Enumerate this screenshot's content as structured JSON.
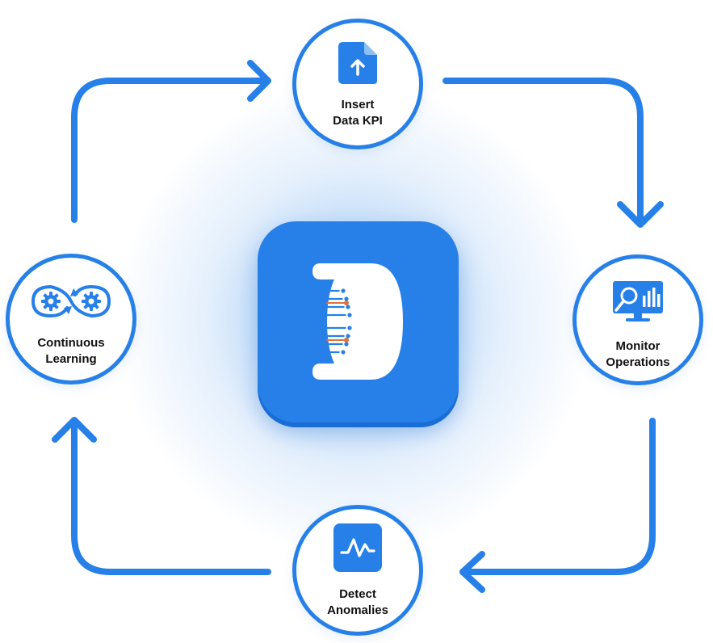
{
  "colors": {
    "accent": "#2680e8",
    "accent_dark": "#1a6cd6",
    "node_border": "#2680e8",
    "text": "#111111",
    "logo_highlight": "#e0703a"
  },
  "center": {
    "icon": "brand-logo-icon"
  },
  "nodes": {
    "insert": {
      "icon": "file-upload-icon",
      "line1": "Insert",
      "line2": "Data KPI"
    },
    "monitor": {
      "icon": "monitor-chart-icon",
      "line1": "Monitor",
      "line2": "Operations"
    },
    "detect": {
      "icon": "pulse-icon",
      "line1": "Detect",
      "line2": "Anomalies"
    },
    "learning": {
      "icon": "gears-cycle-icon",
      "line1": "Continuous",
      "line2": "Learning"
    }
  }
}
